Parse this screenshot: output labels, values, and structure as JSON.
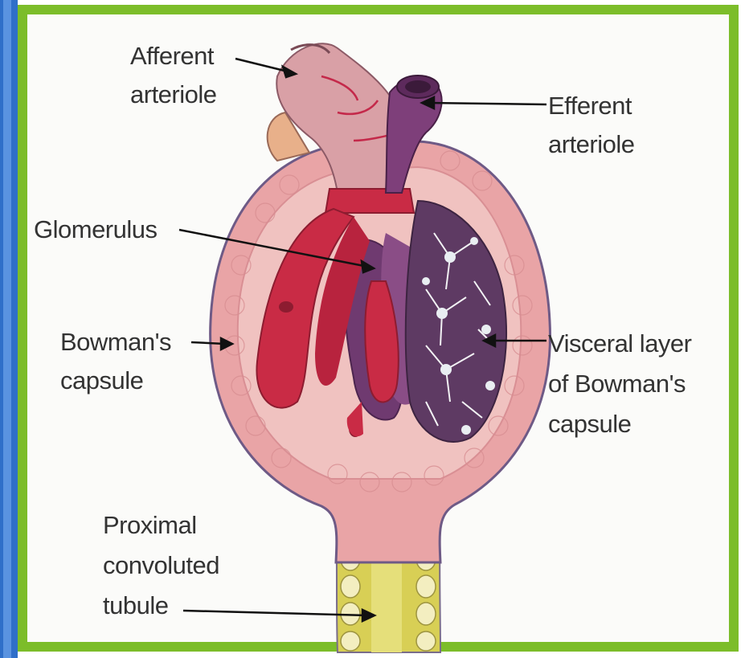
{
  "labels": {
    "afferent_arteriole": [
      "Afferent",
      "arteriole"
    ],
    "efferent_arteriole": [
      "Efferent",
      "arteriole"
    ],
    "glomerulus": "Glomerulus",
    "bowmans_capsule": [
      "Bowman's",
      "capsule"
    ],
    "visceral_layer": [
      "Visceral layer",
      "of Bowman's",
      "capsule"
    ],
    "proximal_tubule": [
      "Proximal",
      "convoluted",
      "tubule"
    ]
  },
  "colors": {
    "frame_green": "#7cbd2a",
    "left_stripe_blue": "#2f6fc9",
    "capsule_pink": "#e9a4a6",
    "afferent_red": "#c92b45",
    "efferent_purple": "#7e3f7a",
    "tubule_yellow": "#d8cf55"
  }
}
